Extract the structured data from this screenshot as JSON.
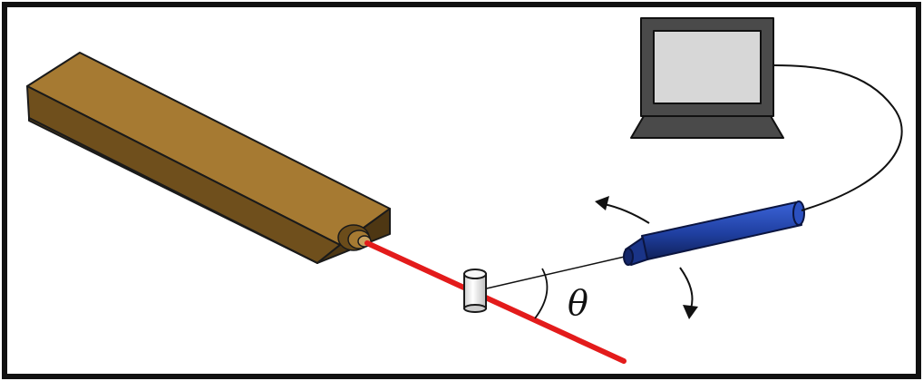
{
  "diagram": {
    "angle_label": "θ",
    "components": [
      {
        "name": "laser-source",
        "color": "#8a6428"
      },
      {
        "name": "laser-beam",
        "color": "#e31b1b"
      },
      {
        "name": "sample-cylinder",
        "color": "#f2f2f2"
      },
      {
        "name": "detector-probe",
        "color": "#1f3fa0"
      },
      {
        "name": "computer",
        "color": "#4a4a4a"
      }
    ],
    "frame_color": "#111111"
  }
}
